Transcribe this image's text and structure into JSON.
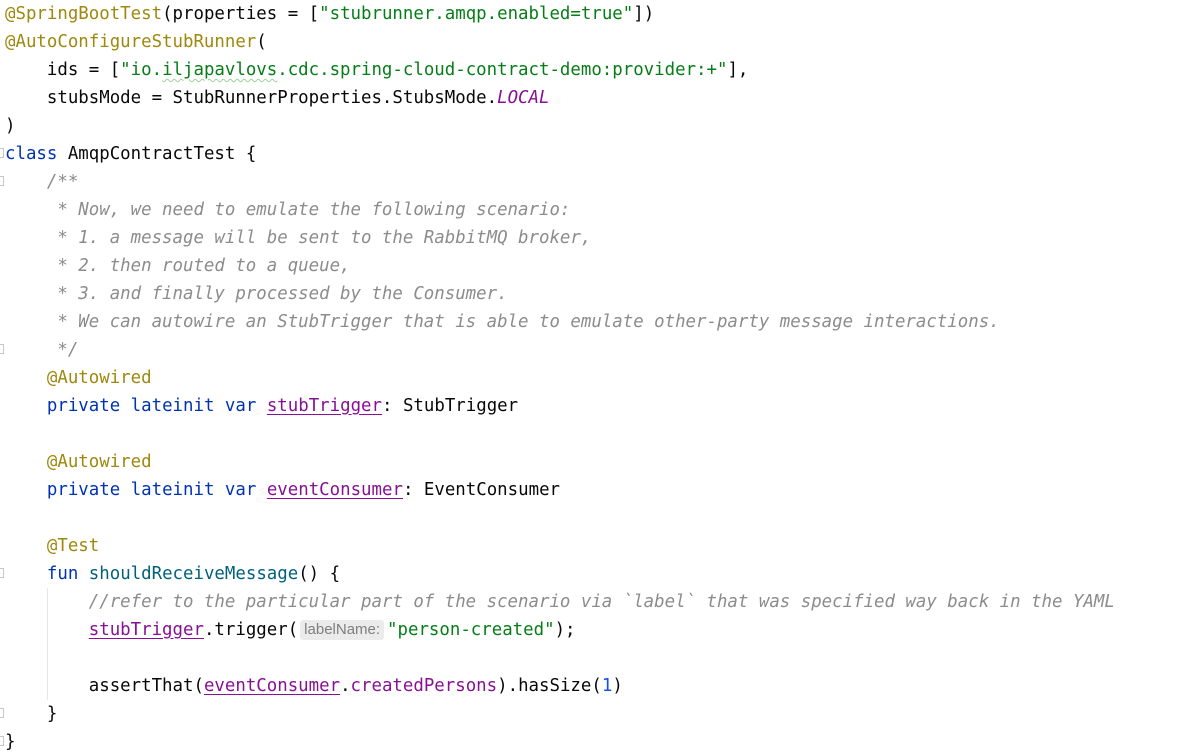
{
  "code": {
    "spring_boot_test_annotation": "@SpringBootTest",
    "spring_boot_test_args_open": "(properties = [",
    "spring_boot_test_property": "\"stubrunner.amqp.enabled=true\"",
    "spring_boot_test_args_close": "])",
    "auto_configure_annotation": "@AutoConfigureStubRunner",
    "auto_configure_open": "(",
    "ids_prefix": "    ids = [",
    "ids_value_quote_open": "\"io.",
    "ids_value_typo": "iljapavlovs",
    "ids_value_rest": ".cdc.spring-cloud-contract-demo:provider:+\"",
    "ids_suffix": "],",
    "stubs_mode_prefix": "    stubsMode = StubRunnerProperties.StubsMode.",
    "stubs_mode_value": "LOCAL",
    "close_paren": ")",
    "class_keyword": "class",
    "class_declaration": " AmqpContractTest {",
    "comment_lines": [
      "    /**",
      "     * Now, we need to emulate the following scenario:",
      "     * 1. a message will be sent to the RabbitMQ broker,",
      "     * 2. then routed to a queue,",
      "     * 3. and finally processed by the Consumer.",
      "     * We can autowire an StubTrigger that is able to emulate other-party message interactions.",
      "     */"
    ],
    "autowired_annotation": "@Autowired",
    "private_keyword": "private",
    "lateinit_keyword": "lateinit",
    "var_keyword": "var",
    "stub_trigger_field": "stubTrigger",
    "stub_trigger_type": ": StubTrigger",
    "event_consumer_field": "eventConsumer",
    "event_consumer_type": ": EventConsumer",
    "test_annotation": "@Test",
    "fun_keyword": "fun",
    "method_name": "shouldReceiveMessage",
    "method_signature_rest": "() {",
    "inline_comment": "        //refer to the particular part of the scenario via `label` that was specified way back in the YAML",
    "trigger_call": ".trigger(",
    "param_hint": "labelName:",
    "trigger_argument": "\"person-created\"",
    "trigger_end": ");",
    "assert_call": "        assertThat(",
    "created_persons": "createdPersons",
    "has_size_call": ").hasSize(",
    "size_value": "1",
    "assert_end": ")",
    "method_close": "    }",
    "class_close": "}"
  }
}
